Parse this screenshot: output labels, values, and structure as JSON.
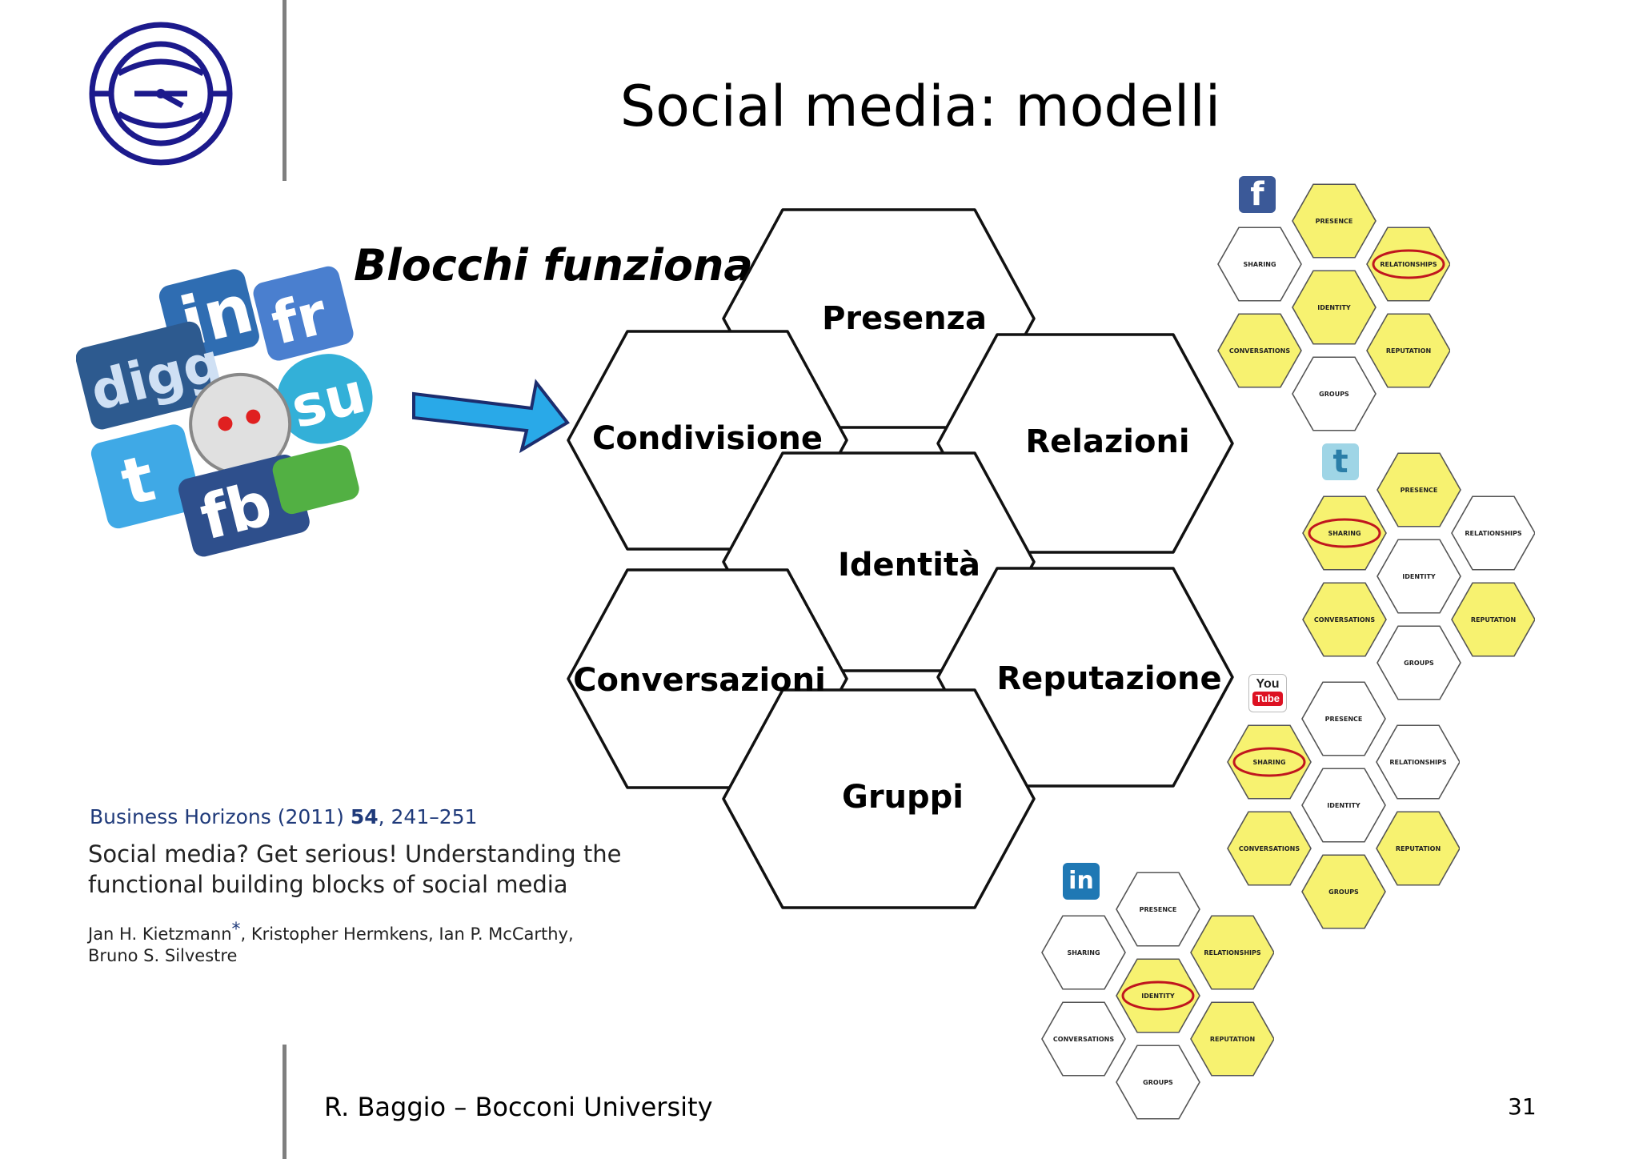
{
  "slide": {
    "title": "Social media: modelli",
    "subtitle": "Blocchi funzionali",
    "footer": "R. Baggio – Bocconi University",
    "page_number": "31"
  },
  "honeycomb": {
    "presence": "Presenza",
    "sharing": "Condivisione",
    "relationships": "Relazioni",
    "identity": "Identità",
    "conversations": "Conversazioni",
    "reputation": "Reputazione",
    "groups": "Gruppi"
  },
  "reference": {
    "journal": "Business Horizons (2011)",
    "volume": "54",
    "pages": ", 241–251",
    "title": "Social media? Get serious! Understanding the functional building blocks of social media",
    "authors_1": "Jan H. Kietzmann",
    "authors_star": "*",
    "authors_2": ", Kristopher Hermkens, Ian P. McCarthy,",
    "authors_3": "Bruno S. Silvestre"
  },
  "mini_labels": {
    "presence": "PRESENCE",
    "sharing": "SHARING",
    "relationships": "RELATIONSHIPS",
    "identity": "IDENTITY",
    "conversations": "CONVERSATIONS",
    "reputation": "REPUTATION",
    "groups": "GROUPS"
  },
  "platforms": [
    {
      "name": "facebook",
      "icon": "facebook-icon",
      "glyph": "f",
      "highlight": "relationships",
      "yellow": [
        "presence",
        "relationships",
        "identity",
        "conversations",
        "reputation"
      ]
    },
    {
      "name": "twitter",
      "icon": "twitter-icon",
      "glyph": "t",
      "highlight": "sharing",
      "yellow": [
        "presence",
        "sharing",
        "conversations",
        "reputation"
      ]
    },
    {
      "name": "youtube",
      "icon": "youtube-icon",
      "glyph": "You Tube",
      "highlight": "sharing",
      "yellow": [
        "sharing",
        "conversations",
        "reputation",
        "groups"
      ]
    },
    {
      "name": "linkedin",
      "icon": "linkedin-icon",
      "glyph": "in",
      "highlight": "identity",
      "yellow": [
        "relationships",
        "identity",
        "reputation"
      ]
    }
  ],
  "colors": {
    "logo_blue": "#1c1a8c",
    "yellow": "#f7f270",
    "highlight_ring": "#c0161e",
    "arrow": "#29a9e8"
  },
  "icons": {
    "logo": "university-logo",
    "collage": "social-media-icons-collage",
    "arrow": "arrow-right-icon"
  }
}
